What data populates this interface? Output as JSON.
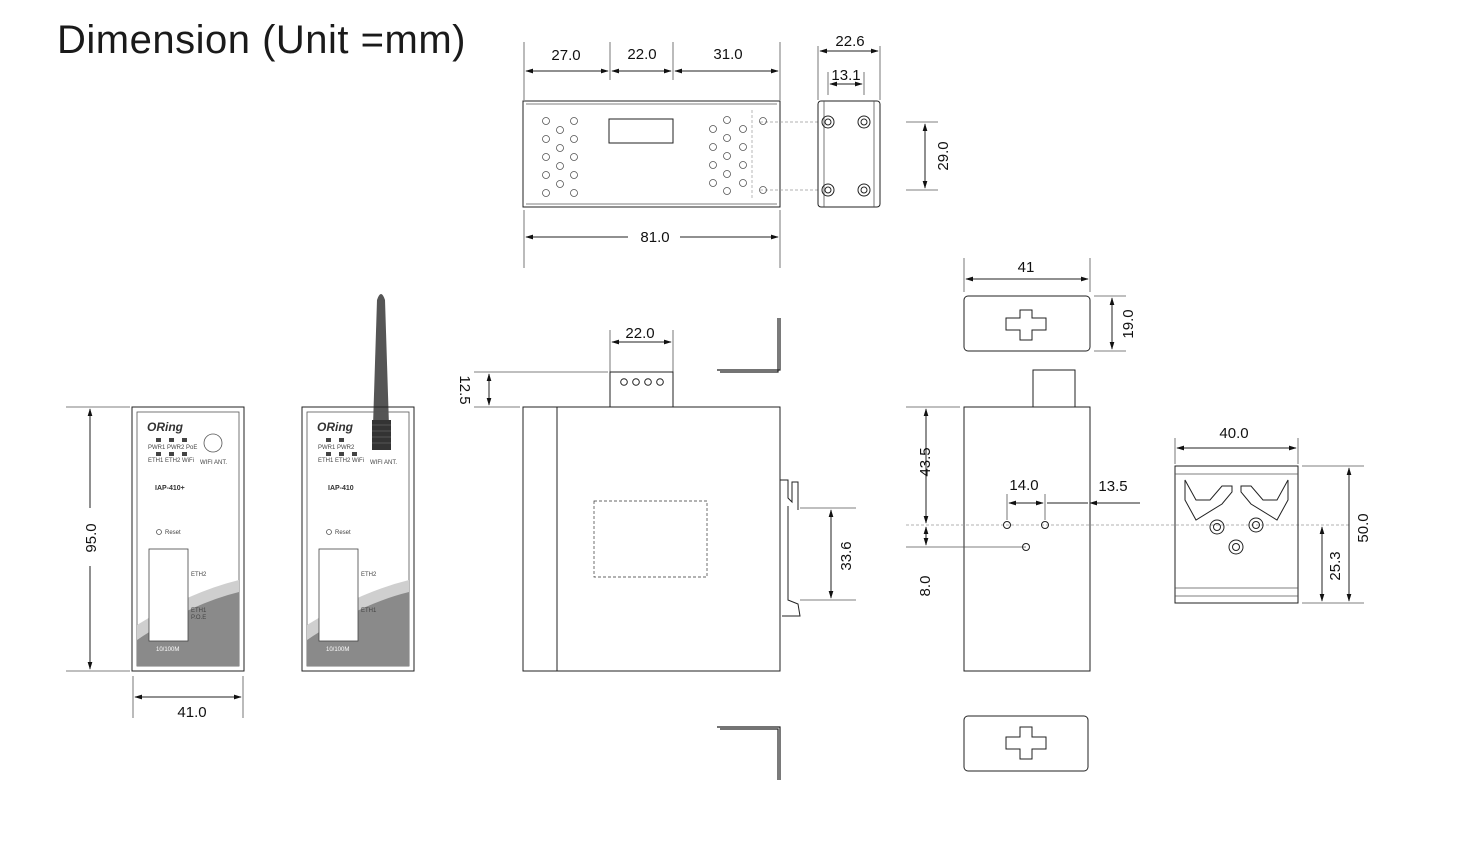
{
  "title": "Dimension (Unit =mm)",
  "dimensions": {
    "top_seg1": "27.0",
    "top_seg2": "22.0",
    "top_seg3": "31.0",
    "top_total": "81.0",
    "side_width": "22.6",
    "side_inner": "13.1",
    "side_height": "29.0",
    "front_height": "95.0",
    "front_width": "41.0",
    "conn_width": "22.0",
    "conn_height": "12.5",
    "rail_span": "33.6",
    "clip_width": "41",
    "clip_height": "19.0",
    "back_upper": "43.5",
    "back_lower": "8.0",
    "hole_a": "14.0",
    "hole_b": "13.5",
    "din_width": "40.0",
    "din_height": "50.0",
    "din_offset": "25.3"
  },
  "device_plus": {
    "logo": "ORing",
    "led_top": "PWR1 PWR2 PoE",
    "led_bottom": "ETH1 ETH2 WiFi",
    "ant": "WIFI ANT.",
    "model": "IAP-410+",
    "reset": "Reset",
    "eth2": "ETH2",
    "eth1": "ETH1",
    "poe": "P.O.E",
    "speed": "10/100M"
  },
  "device": {
    "logo": "ORing",
    "led_top": "PWR1 PWR2",
    "led_bottom": "ETH1 ETH2 WiFi",
    "ant": "WIFI ANT.",
    "model": "IAP-410",
    "reset": "Reset",
    "eth2": "ETH2",
    "eth1": "ETH1",
    "speed": "10/100M"
  }
}
